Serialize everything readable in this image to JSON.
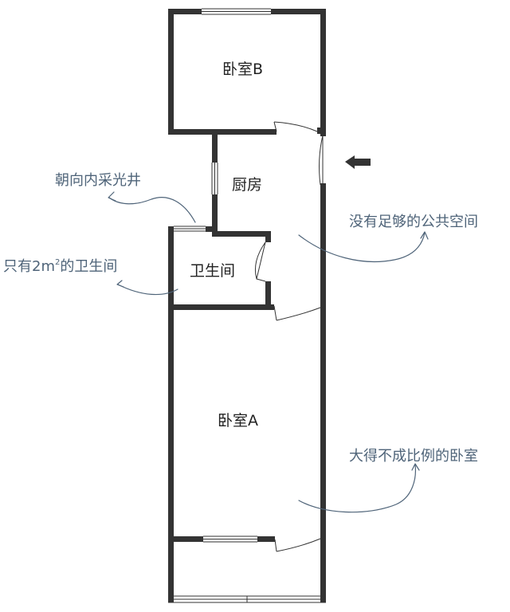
{
  "rooms": {
    "bedroom_b": "卧室B",
    "kitchen": "厨房",
    "bathroom": "卫生间",
    "bedroom_a": "卧室A"
  },
  "annotations": {
    "light_well": "朝向内采光井",
    "small_bathroom_prefix": "只有2m",
    "small_bathroom_sup": "2",
    "small_bathroom_suffix": "的卫生间",
    "no_public_space": "没有足够的公共空间",
    "oversized_bedroom": "大得不成比例的卧室"
  },
  "icons": {
    "entrance": "arrow-left-icon"
  },
  "colors": {
    "wall": "#333333",
    "annotation": "#4f6479"
  }
}
